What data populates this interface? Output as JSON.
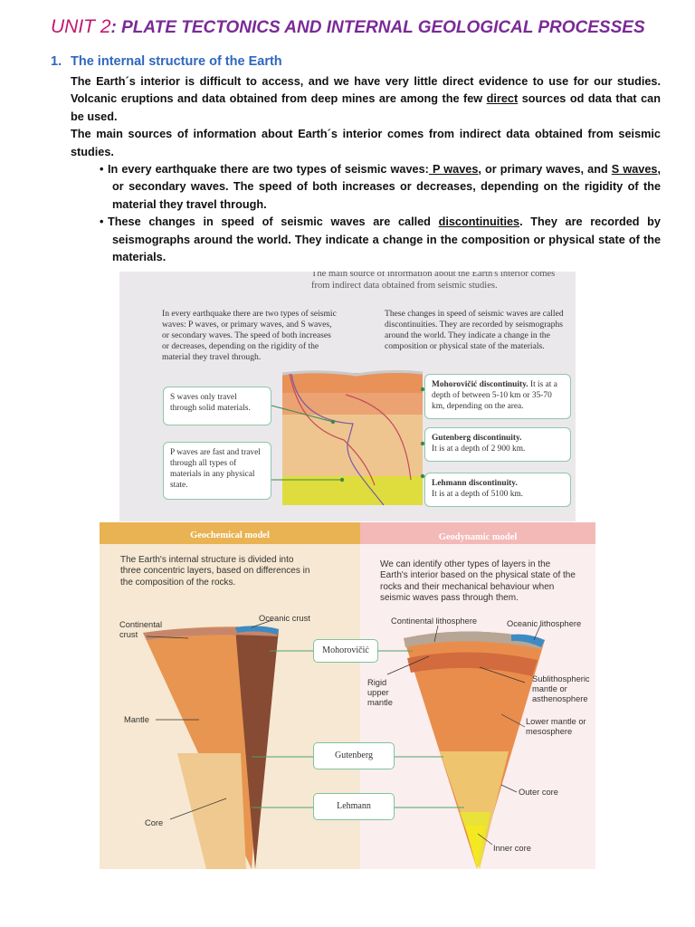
{
  "title": {
    "unit": "UNIT 2",
    "rest": ": PLATE TECTONICS AND INTERNAL GEOLOGICAL PROCESSES"
  },
  "section": {
    "number": "1.",
    "heading": "The internal structure of the Earth"
  },
  "paragraphs": [
    "The Earth´s interior is difficult to access, and we have very little direct evidence to use for our studies. Volcanic eruptions and data obtained from deep mines are among the few",
    "direct",
    "sources od data that can be used.",
    "The main sources of information about Earth´s interior comes from indirect data obtained from seismic studies."
  ],
  "bullets": {
    "b1_a": "In every earthquake there are two types of seismic waves:",
    "b1_p": " P waves",
    "b1_b": ", or primary waves, and",
    "b1_s": "S waves",
    "b1_c": ", or secondary waves. The speed of both increases or decreases, depending on the rigidity of the material they travel through.",
    "b2_a": "These changes in speed of seismic waves are called ",
    "b2_d": "discontinuities",
    "b2_b": ". They are recorded by seismographs around the world. They indicate a change in the composition or physical state of the materials."
  },
  "figure1": {
    "caption_top": "The main source of information about the Earth's interior comes",
    "caption_bottom": "from indirect data obtained from seismic studies.",
    "left_text": "In every earthquake there are two types of seismic waves: P waves, or primary waves, and S waves, or secondary waves. The speed of both increases or decreases, depending on the rigidity of the material they travel through.",
    "right_text": "These changes in speed of seismic waves are called discontinuities. They are recorded by seismographs around the world. They indicate a change in the composition or physical state of the materials.",
    "s_waves_box": "S waves only travel through solid materials.",
    "p_waves_box": "P waves are fast and travel through all types of materials in any physical state.",
    "moho_title": "Mohorovičić discontinuity.",
    "moho_text": "It is at a depth of between 5-10 km or 35-70 km, depending on the area.",
    "gutenberg_title": "Gutenberg discontinuity.",
    "gutenberg_text": "It is at a depth of 2 900 km.",
    "lehmann_title": "Lehmann discontinuity.",
    "lehmann_text": "It is at a depth of 5100 km."
  },
  "figure2": {
    "geochemical_header": "Geochemical model",
    "geodynamic_header": "Geodynamic model",
    "left_text": "The Earth's internal structure is divided into three concentric layers, based on differences in the composition of the rocks.",
    "right_text": "We can identify other types of layers in the Earth's interior based on the physical state of the rocks and their mechanical behaviour when seismic waves pass through them.",
    "labels": {
      "continental_crust": "Continental crust",
      "oceanic_crust": "Oceanic crust",
      "mantle": "Mantle",
      "core": "Core",
      "continental_lithosphere": "Continental lithosphere",
      "oceanic_lithosphere": "Oceanic lithosphere",
      "rigid_upper_mantle": "Rigid upper mantle",
      "sublithospheric": "Sublithospheric mantle or asthenosphere",
      "lower_mantle": "Lower mantle or mesosphere",
      "outer_core": "Outer core",
      "inner_core": "Inner core"
    },
    "tags": {
      "moho": "Mohorovičić",
      "gutenberg": "Gutenberg",
      "lehmann": "Lehmann"
    }
  }
}
